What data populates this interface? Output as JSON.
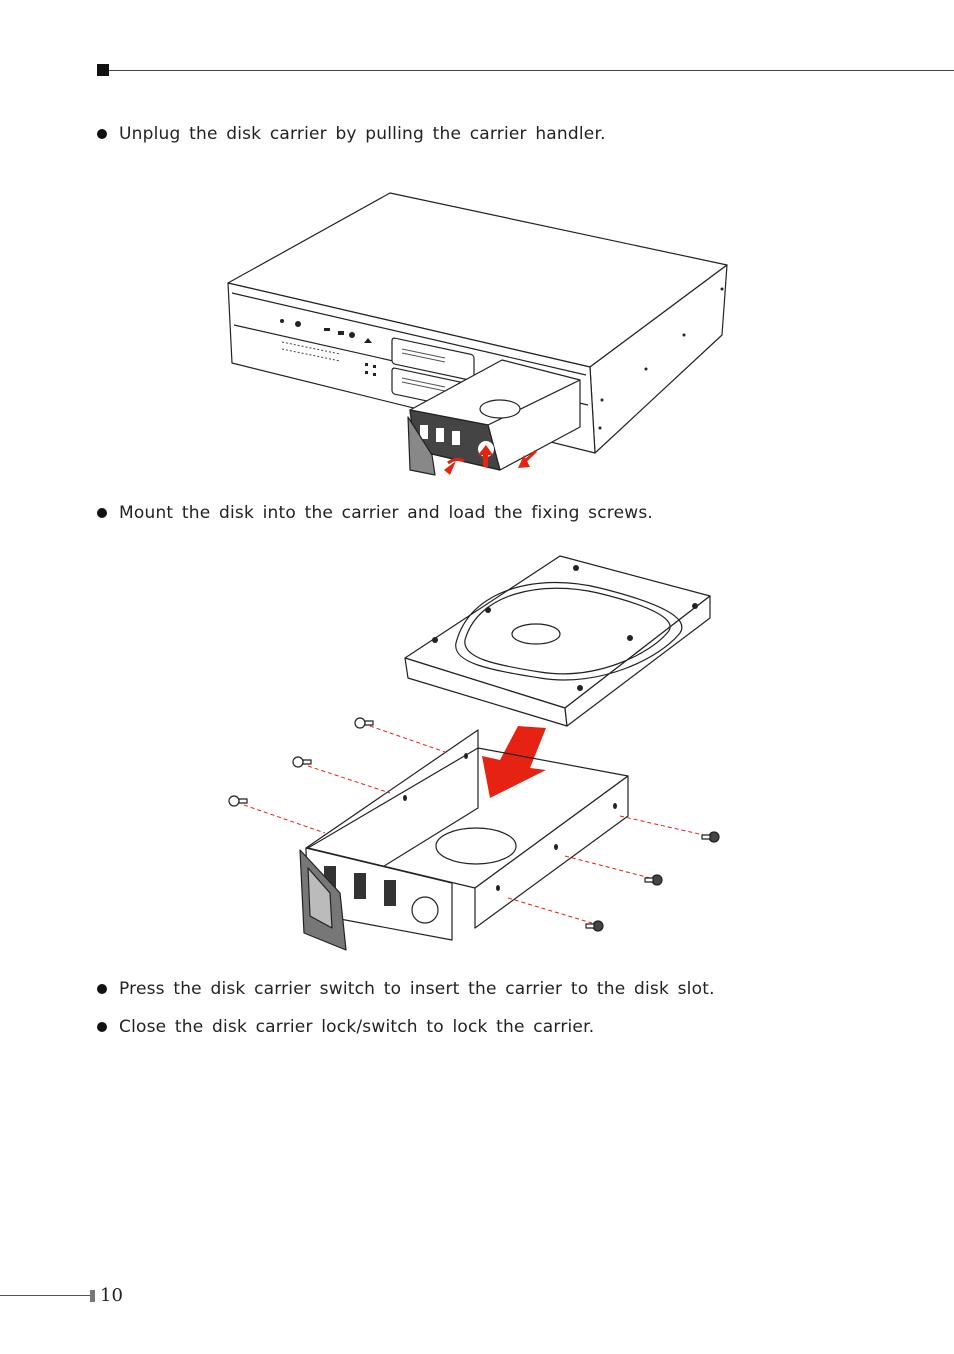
{
  "bullets": [
    "Unplug the disk carrier by pulling the carrier handler.",
    "Mount the disk into the carrier and load the fixing screws.",
    "Press the disk carrier switch to insert the carrier to the disk slot.",
    "Close the disk carrier lock/switch to lock the carrier."
  ],
  "figures": [
    {
      "subject": "nas-chassis-with-carrier-pulled-out",
      "arrow_color": "#e62212"
    },
    {
      "subject": "hard-disk-mounted-into-carrier-with-screws",
      "arrow_color": "#e62212"
    }
  ],
  "footer": {
    "page_number": "10"
  }
}
